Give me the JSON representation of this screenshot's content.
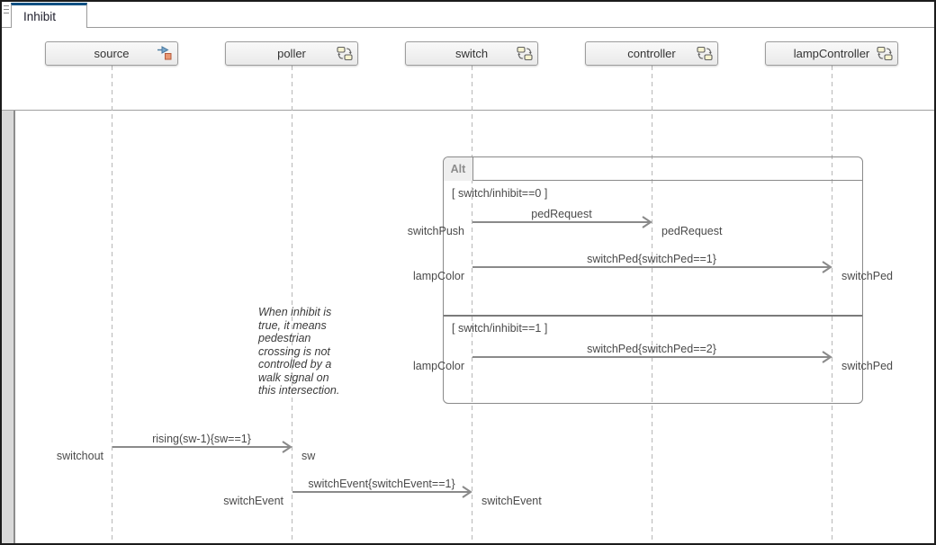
{
  "tab": {
    "label": "Inhibit"
  },
  "lifelines": [
    {
      "name": "source",
      "icon": "signal-source-icon"
    },
    {
      "name": "poller",
      "icon": "stateflow-chart-icon"
    },
    {
      "name": "switch",
      "icon": "stateflow-chart-icon"
    },
    {
      "name": "controller",
      "icon": "stateflow-chart-icon"
    },
    {
      "name": "lampController",
      "icon": "stateflow-chart-icon"
    }
  ],
  "fragment": {
    "operator": "Alt",
    "operands": [
      {
        "guard": "[ switch/inhibit==0 ]"
      },
      {
        "guard": "[ switch/inhibit==1 ]"
      }
    ]
  },
  "messages": [
    {
      "from": "switch",
      "to": "controller",
      "from_label": "switchPush",
      "label": "pedRequest",
      "to_label": "pedRequest"
    },
    {
      "from": "switch",
      "to": "lampController",
      "from_label": "lampColor",
      "label": "switchPed{switchPed==1}",
      "to_label": "switchPed"
    },
    {
      "from": "switch",
      "to": "lampController",
      "from_label": "lampColor",
      "label": "switchPed{switchPed==2}",
      "to_label": "switchPed"
    },
    {
      "from": "source",
      "to": "poller",
      "from_label": "switchout",
      "label": "rising(sw-1){sw==1}",
      "to_label": "sw"
    },
    {
      "from": "poller",
      "to": "switch",
      "from_label": "switchEvent",
      "label": "switchEvent{switchEvent==1}",
      "to_label": "switchEvent"
    }
  ],
  "note": {
    "text": "When inhibit is true, it means pedestrian crossing is not controlled by a walk signal on this intersection."
  },
  "colors": {
    "tab_accent": "#0f5083",
    "arrow": "#8a8a8a",
    "fragment_border": "#8a8a8a",
    "lifeline_dash": "#b7b7b7",
    "source_icon_blue": "#7aa7cc",
    "source_icon_orange": "#e99873"
  }
}
